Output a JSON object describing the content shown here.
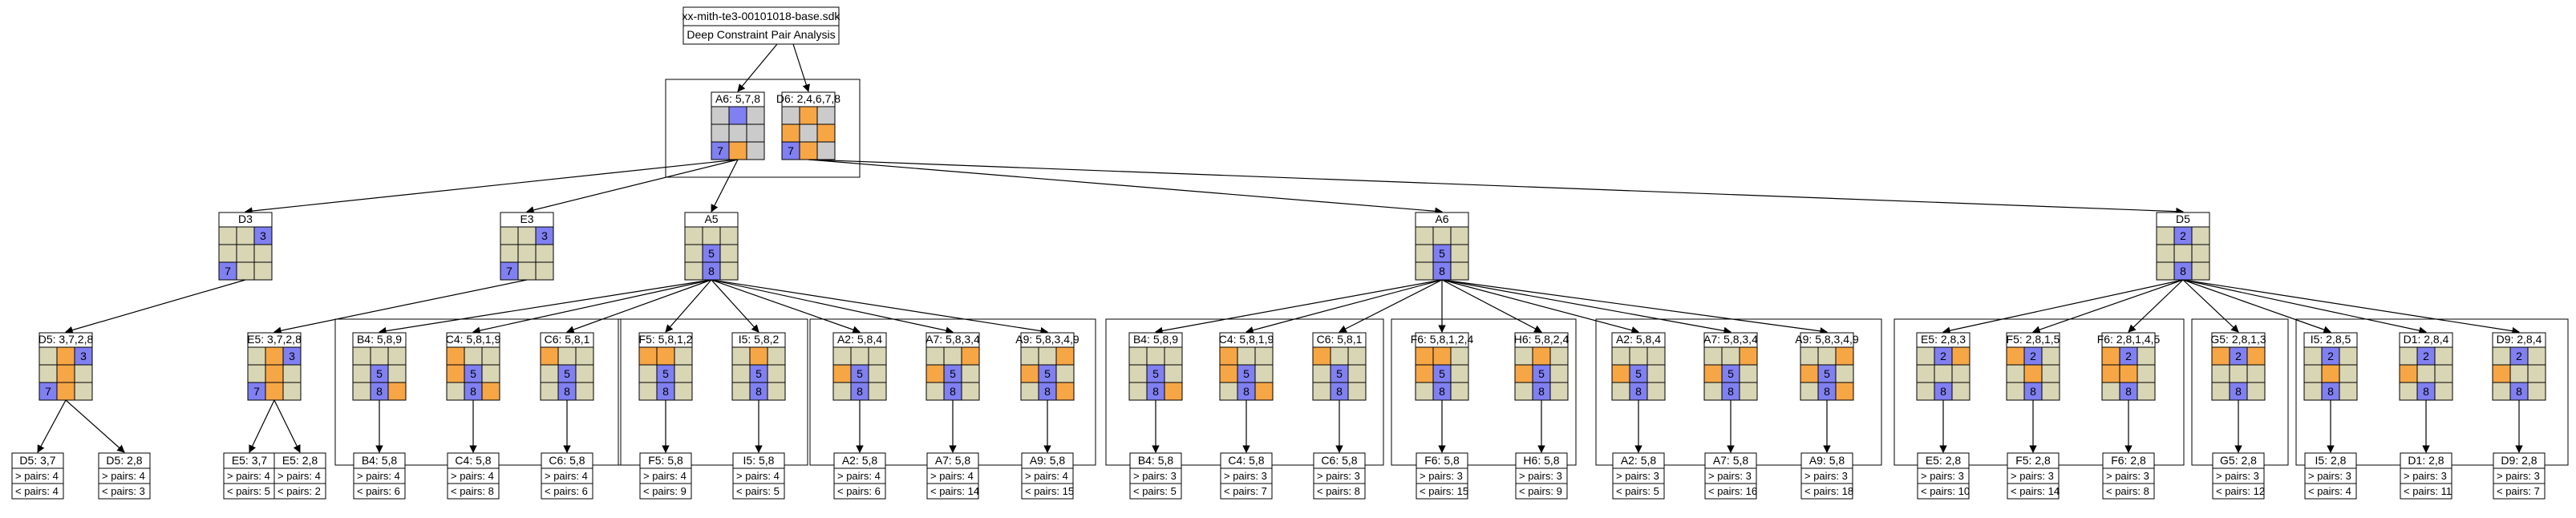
{
  "colors": {
    "beige": "#d9d6b6",
    "blue": "#8080f2",
    "orange": "#f7a646",
    "gray": "#cbcbcb",
    "stroke": "#000000",
    "background": "#ffffff"
  },
  "top": {
    "line1": "xx-mith-te3-00101018-base.sdk",
    "line2": "Deep Constraint Pair Analysis"
  },
  "l1": [
    {
      "title": "A6: 5,7,8",
      "cells": [
        "g",
        "b",
        "g",
        "g",
        "g",
        "g",
        "b7",
        "o",
        "g"
      ]
    },
    {
      "title": "D6: 2,4,6,7,8",
      "cells": [
        "g",
        "o",
        "g",
        "o",
        "g",
        "o",
        "b7",
        "o",
        "g"
      ]
    }
  ],
  "l2": [
    {
      "title": "D3",
      "cells": [
        "e",
        "e",
        "b3",
        "e",
        "e",
        "e",
        "b7",
        "e",
        "e"
      ]
    },
    {
      "title": "E3",
      "cells": [
        "e",
        "e",
        "b3",
        "e",
        "e",
        "e",
        "b7",
        "e",
        "e"
      ]
    },
    {
      "title": "A5",
      "cells": [
        "e",
        "e",
        "e",
        "e",
        "b5",
        "e",
        "e",
        "b8",
        "e"
      ]
    },
    {
      "title": "A6",
      "cells": [
        "e",
        "e",
        "e",
        "e",
        "b5",
        "e",
        "e",
        "b8",
        "e"
      ]
    },
    {
      "title": "D5",
      "cells": [
        "e",
        "b2",
        "e",
        "e",
        "e",
        "e",
        "e",
        "b8",
        "e"
      ]
    }
  ],
  "l3": [
    {
      "title": "D5: 3,7,2,8",
      "cells": [
        "e",
        "o",
        "b3",
        "e",
        "o",
        "e",
        "b7",
        "o",
        "e"
      ]
    },
    {
      "title": "E5: 3,7,2,8",
      "cells": [
        "e",
        "o",
        "b3",
        "e",
        "o",
        "e",
        "b7",
        "o",
        "e"
      ]
    },
    {
      "title": "B4: 5,8,9",
      "cells": [
        "e",
        "e",
        "e",
        "e",
        "b5",
        "e",
        "e",
        "b8",
        "o"
      ]
    },
    {
      "title": "C4: 5,8,1,9",
      "cells": [
        "o",
        "e",
        "e",
        "o",
        "b5",
        "e",
        "e",
        "b8",
        "o"
      ]
    },
    {
      "title": "C6: 5,8,1",
      "cells": [
        "o",
        "e",
        "e",
        "e",
        "b5",
        "e",
        "e",
        "b8",
        "e"
      ]
    },
    {
      "title": "F5: 5,8,1,2",
      "cells": [
        "o",
        "o",
        "e",
        "e",
        "b5",
        "e",
        "e",
        "b8",
        "e"
      ]
    },
    {
      "title": "I5: 5,8,2",
      "cells": [
        "e",
        "o",
        "e",
        "e",
        "b5",
        "e",
        "e",
        "b8",
        "e"
      ]
    },
    {
      "title": "A2: 5,8,4",
      "cells": [
        "e",
        "e",
        "e",
        "o",
        "b5",
        "e",
        "e",
        "b8",
        "e"
      ]
    },
    {
      "title": "A7: 5,8,3,4",
      "cells": [
        "e",
        "e",
        "o",
        "o",
        "b5",
        "e",
        "e",
        "b8",
        "e"
      ]
    },
    {
      "title": "A9: 5,8,3,4,9",
      "cells": [
        "e",
        "e",
        "o",
        "o",
        "b5",
        "e",
        "e",
        "b8",
        "o"
      ]
    },
    {
      "title": "B4: 5,8,9",
      "cells": [
        "e",
        "e",
        "e",
        "e",
        "b5",
        "e",
        "e",
        "b8",
        "o"
      ]
    },
    {
      "title": "C4: 5,8,1,9",
      "cells": [
        "o",
        "e",
        "e",
        "o",
        "b5",
        "e",
        "e",
        "b8",
        "o"
      ]
    },
    {
      "title": "C6: 5,8,1",
      "cells": [
        "o",
        "e",
        "e",
        "e",
        "b5",
        "e",
        "e",
        "b8",
        "e"
      ]
    },
    {
      "title": "F6: 5,8,1,2,4",
      "cells": [
        "o",
        "o",
        "e",
        "o",
        "b5",
        "e",
        "e",
        "b8",
        "e"
      ]
    },
    {
      "title": "H6: 5,8,2,4",
      "cells": [
        "e",
        "o",
        "e",
        "o",
        "b5",
        "e",
        "e",
        "b8",
        "e"
      ]
    },
    {
      "title": "A2: 5,8,4",
      "cells": [
        "e",
        "e",
        "e",
        "o",
        "b5",
        "e",
        "e",
        "b8",
        "e"
      ]
    },
    {
      "title": "A7: 5,8,3,4",
      "cells": [
        "e",
        "e",
        "o",
        "o",
        "b5",
        "e",
        "e",
        "b8",
        "e"
      ]
    },
    {
      "title": "A9: 5,8,3,4,9",
      "cells": [
        "e",
        "e",
        "o",
        "o",
        "b5",
        "e",
        "e",
        "b8",
        "o"
      ]
    },
    {
      "title": "E5: 2,8,3",
      "cells": [
        "e",
        "b2",
        "o",
        "e",
        "e",
        "e",
        "e",
        "b8",
        "e"
      ]
    },
    {
      "title": "F5: 2,8,1,5",
      "cells": [
        "o",
        "b2",
        "e",
        "e",
        "o",
        "e",
        "e",
        "b8",
        "e"
      ]
    },
    {
      "title": "F6: 2,8,1,4,5",
      "cells": [
        "o",
        "b2",
        "e",
        "o",
        "o",
        "e",
        "e",
        "b8",
        "e"
      ]
    },
    {
      "title": "G5: 2,8,1,3",
      "cells": [
        "o",
        "b2",
        "o",
        "e",
        "e",
        "e",
        "e",
        "b8",
        "e"
      ]
    },
    {
      "title": "I5: 2,8,5",
      "cells": [
        "e",
        "b2",
        "e",
        "e",
        "o",
        "e",
        "e",
        "b8",
        "e"
      ]
    },
    {
      "title": "D1: 2,8,4",
      "cells": [
        "e",
        "b2",
        "e",
        "o",
        "e",
        "e",
        "e",
        "b8",
        "e"
      ]
    },
    {
      "title": "D9: 2,8,4",
      "cells": [
        "e",
        "b2",
        "e",
        "o",
        "e",
        "e",
        "e",
        "b8",
        "e"
      ]
    }
  ],
  "l4": [
    {
      "title": "D5: 3,7",
      "gt": "> pairs: 4",
      "lt": "< pairs: 4"
    },
    {
      "title": "D5: 2,8",
      "gt": "> pairs: 4",
      "lt": "< pairs: 3"
    },
    {
      "title": "E5: 3,7",
      "gt": "> pairs: 4",
      "lt": "< pairs: 5"
    },
    {
      "title": "E5: 2,8",
      "gt": "> pairs: 4",
      "lt": "< pairs: 2"
    },
    {
      "title": "B4: 5,8",
      "gt": "> pairs: 4",
      "lt": "< pairs: 6"
    },
    {
      "title": "C4: 5,8",
      "gt": "> pairs: 4",
      "lt": "< pairs: 8"
    },
    {
      "title": "C6: 5,8",
      "gt": "> pairs: 4",
      "lt": "< pairs: 6"
    },
    {
      "title": "F5: 5,8",
      "gt": "> pairs: 4",
      "lt": "< pairs: 9"
    },
    {
      "title": "I5: 5,8",
      "gt": "> pairs: 4",
      "lt": "< pairs: 5"
    },
    {
      "title": "A2: 5,8",
      "gt": "> pairs: 4",
      "lt": "< pairs: 6"
    },
    {
      "title": "A7: 5,8",
      "gt": "> pairs: 4",
      "lt": "< pairs: 14"
    },
    {
      "title": "A9: 5,8",
      "gt": "> pairs: 4",
      "lt": "< pairs: 15"
    },
    {
      "title": "B4: 5,8",
      "gt": "> pairs: 3",
      "lt": "< pairs: 5"
    },
    {
      "title": "C4: 5,8",
      "gt": "> pairs: 3",
      "lt": "< pairs: 7"
    },
    {
      "title": "C6: 5,8",
      "gt": "> pairs: 3",
      "lt": "< pairs: 8"
    },
    {
      "title": "F6: 5,8",
      "gt": "> pairs: 3",
      "lt": "< pairs: 15"
    },
    {
      "title": "H6: 5,8",
      "gt": "> pairs: 3",
      "lt": "< pairs: 9"
    },
    {
      "title": "A2: 5,8",
      "gt": "> pairs: 3",
      "lt": "< pairs: 5"
    },
    {
      "title": "A7: 5,8",
      "gt": "> pairs: 3",
      "lt": "< pairs: 16"
    },
    {
      "title": "A9: 5,8",
      "gt": "> pairs: 3",
      "lt": "< pairs: 18"
    },
    {
      "title": "E5: 2,8",
      "gt": "> pairs: 3",
      "lt": "< pairs: 10"
    },
    {
      "title": "F5: 2,8",
      "gt": "> pairs: 3",
      "lt": "< pairs: 14"
    },
    {
      "title": "F6: 2,8",
      "gt": "> pairs: 3",
      "lt": "< pairs: 8"
    },
    {
      "title": "G5: 2,8",
      "gt": "> pairs: 3",
      "lt": "< pairs: 12"
    },
    {
      "title": "I5: 2,8",
      "gt": "> pairs: 3",
      "lt": "< pairs: 4"
    },
    {
      "title": "D1: 2,8",
      "gt": "> pairs: 3",
      "lt": "< pairs: 11"
    },
    {
      "title": "D9: 2,8",
      "gt": "> pairs: 3",
      "lt": "< pairs: 7"
    }
  ]
}
